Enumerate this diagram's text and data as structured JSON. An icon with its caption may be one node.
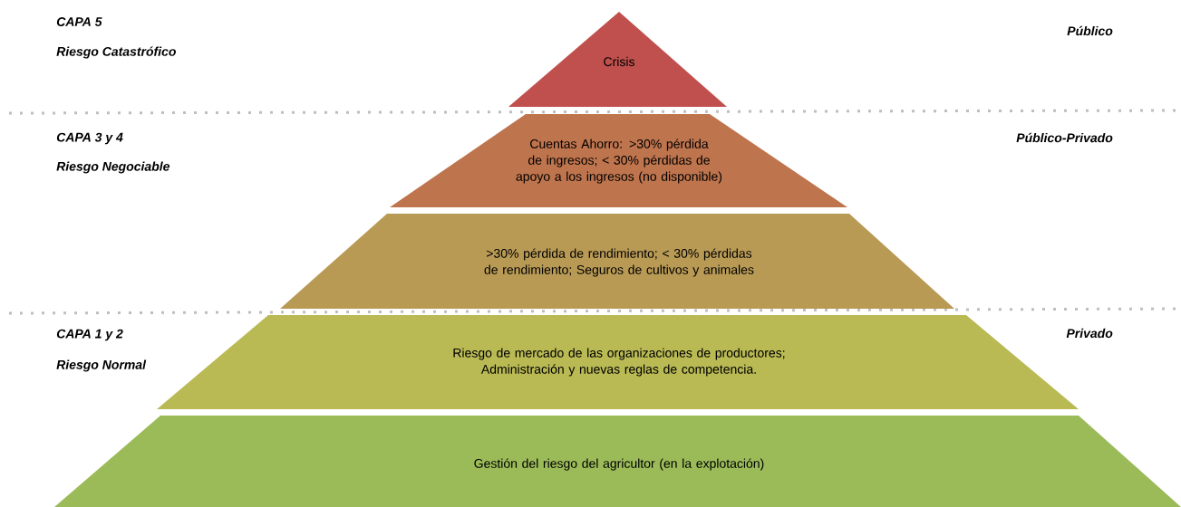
{
  "diagram": {
    "nodes": [
      {
        "text": [
          "Crisis"
        ]
      },
      {
        "text": [
          "Cuentas Ahorro: >30% pérdida de ingresos; < 30% pérdidas de apoyo a los ingresos (no disponible)"
        ]
      },
      {
        "text": [
          ">30% pérdida de rendimiento; < 30% pérdidas de rendimiento; Seguros de cultivos y animales"
        ]
      },
      {
        "text": [
          "Riesgo de mercado de las organizaciones de productores; Administración y nuevas reglas de competencia."
        ]
      },
      {
        "text": [
          "Gestión del riesgo del agricultor (en la explotación)"
        ]
      }
    ],
    "edges": [],
    "labels": [
      "CAPA 5",
      "Riesgo Catastrófico",
      "Público",
      "CAPA 3 y 4",
      "Riesgo Negociable",
      "Público-Privado",
      "CAPA 1 y 2",
      "Riesgo Normal",
      "Privado"
    ]
  }
}
